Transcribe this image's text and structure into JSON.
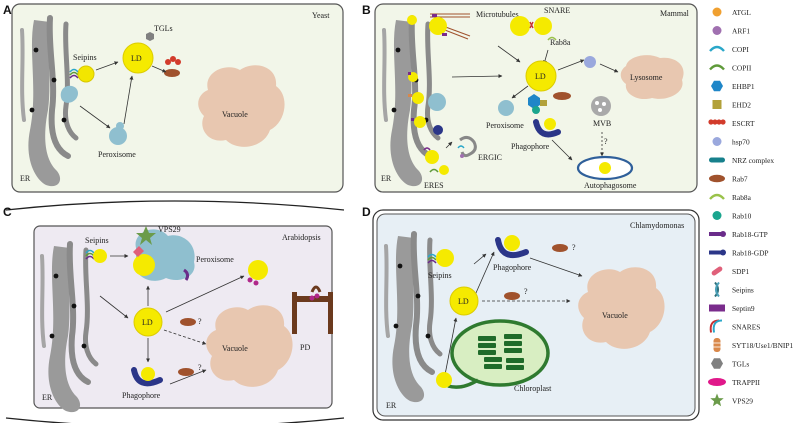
{
  "panels": {
    "a": {
      "letter": "A",
      "title": "Yeast",
      "er": "ER",
      "seipins": "Seipins",
      "tgls": "TGLs",
      "ld": "LD",
      "peroxisome": "Peroxisome",
      "vacuole": "Vacuole"
    },
    "b": {
      "letter": "B",
      "title": "Mammal",
      "er": "ER",
      "microtubules": "Microtubules",
      "snare": "SNARE",
      "rab8a": "Rab8a",
      "ld": "LD",
      "lysosome": "Lysosome",
      "peroxisome": "Peroxisome",
      "phagophore": "Phagophore",
      "mvb": "MVB",
      "q": "?",
      "autophagosome": "Autophagosome",
      "ergic": "ERGIC",
      "eres": "ERES"
    },
    "c": {
      "letter": "C",
      "title": "Arabidopsis",
      "er": "ER",
      "seipins": "Seipins",
      "vps29": "VPS29",
      "peroxisome": "Peroxisome",
      "ld": "LD",
      "q1": "?",
      "q2": "?",
      "vacuole": "Vacuole",
      "pd": "PD",
      "phagophore": "Phagophore"
    },
    "d": {
      "letter": "D",
      "title": "Chlamydomonas",
      "er": "ER",
      "seipins": "Seipins",
      "phagophore": "Phagophore",
      "q1": "?",
      "ld": "LD",
      "q2": "?",
      "vacuole": "Vacuole",
      "chloroplast": "Chloroplast"
    }
  },
  "legend": [
    {
      "label": "ATGL",
      "icon": "orange-dot-icon",
      "color": "#f0a030"
    },
    {
      "label": "ARF1",
      "icon": "purple-dot-icon",
      "color": "#a070b0"
    },
    {
      "label": "COPI",
      "icon": "cyan-arc-icon",
      "color": "#2aa7c9"
    },
    {
      "label": "COPII",
      "icon": "green-arc-icon",
      "color": "#5f9a3a"
    },
    {
      "label": "EHBP1",
      "icon": "blue-hexagon-icon",
      "color": "#1f86c8"
    },
    {
      "label": "EHD2",
      "icon": "olive-square-icon",
      "color": "#b2a13a"
    },
    {
      "label": "ESCRT",
      "icon": "red-chain-icon",
      "color": "#d23b2b"
    },
    {
      "label": "hsp70",
      "icon": "lavender-dot-icon",
      "color": "#9aa8dd"
    },
    {
      "label": "NRZ complex",
      "icon": "teal-bar-icon",
      "color": "#17808c"
    },
    {
      "label": "Rab7",
      "icon": "brown-oval-icon",
      "color": "#a0522d"
    },
    {
      "label": "Rab8a",
      "icon": "lime-arc-icon",
      "color": "#9ac24a"
    },
    {
      "label": "Rab10",
      "icon": "teal-dot-icon",
      "color": "#1aa58e"
    },
    {
      "label": "Rab18-GTP",
      "icon": "purple-pin-icon",
      "color": "#6a2c8a"
    },
    {
      "label": "Rab18-GDP",
      "icon": "navy-pin-icon",
      "color": "#2b3688"
    },
    {
      "label": "SDP1",
      "icon": "pink-capsule-icon",
      "color": "#e0607a"
    },
    {
      "label": "Seipins",
      "icon": "seipin-icon",
      "color": "#2d6f78"
    },
    {
      "label": "Septin9",
      "icon": "violet-bar-icon",
      "color": "#7a2c8c"
    },
    {
      "label": "SNARES",
      "icon": "snare-icon",
      "color": "#c83232"
    },
    {
      "label": "SYT18/Use1/BNIP1",
      "icon": "striped-capsule-icon",
      "color": "#d9884a"
    },
    {
      "label": "TGLs",
      "icon": "grey-hexagon-icon",
      "color": "#808080"
    },
    {
      "label": "TRAPPII",
      "icon": "magenta-ellipse-icon",
      "color": "#e0188a"
    },
    {
      "label": "VPS29",
      "icon": "green-star-icon",
      "color": "#6b9b4a"
    }
  ]
}
